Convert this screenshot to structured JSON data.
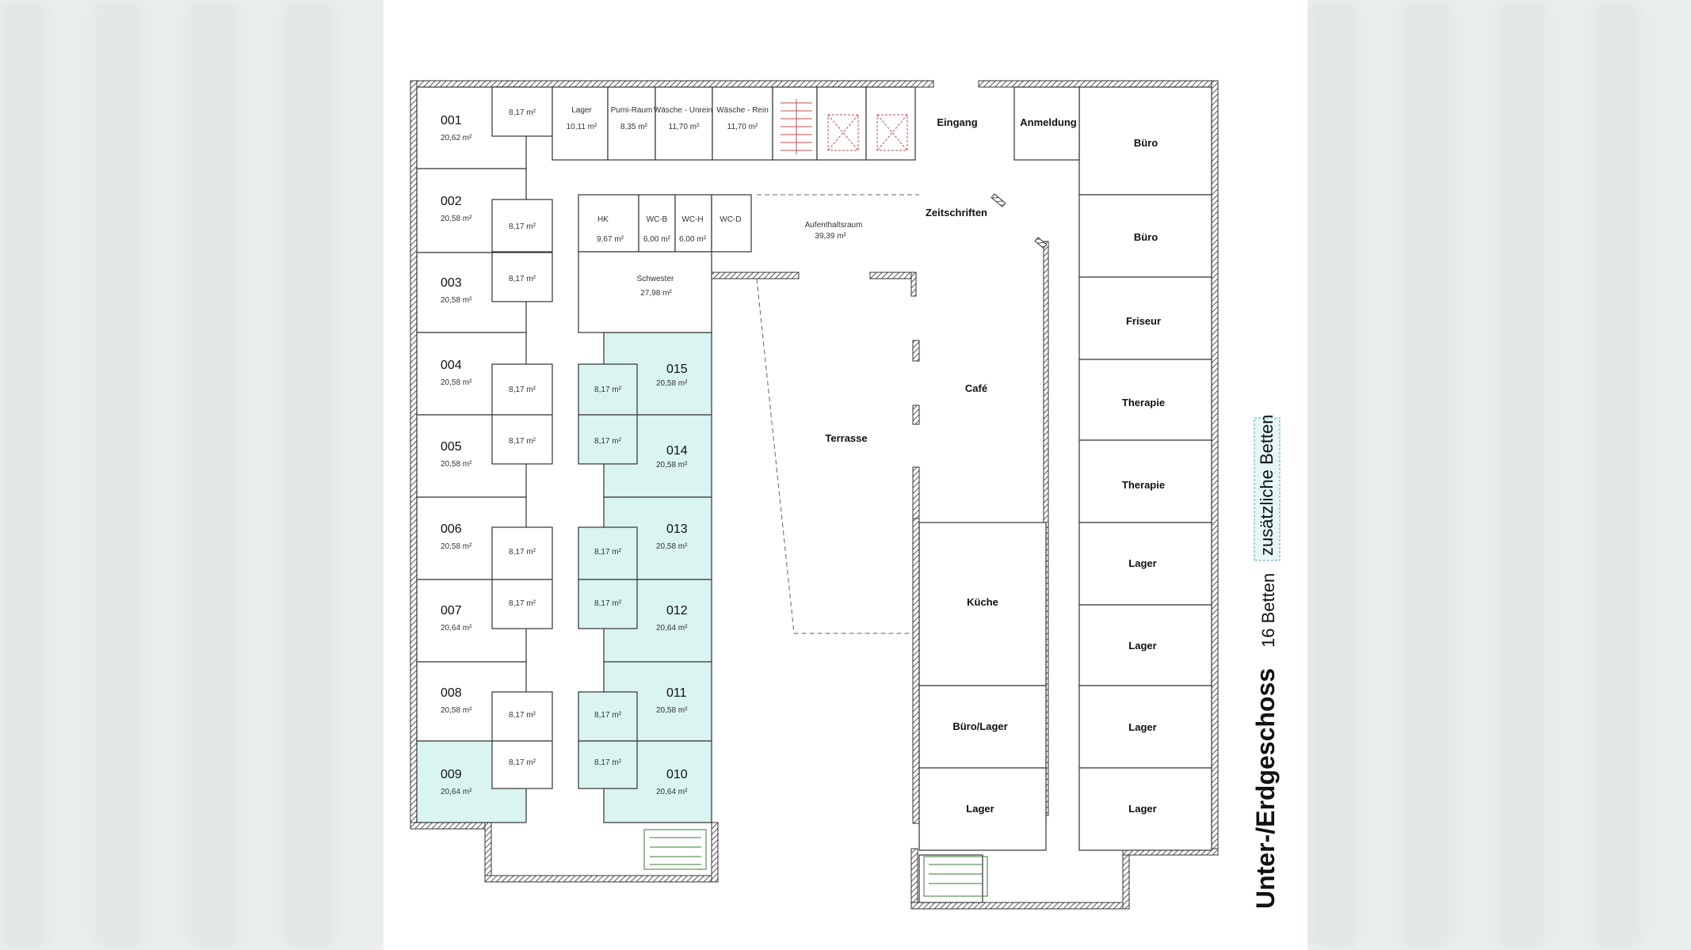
{
  "floor_title": "Unter-/Erdgeschoss",
  "beds": "16 Betten",
  "extra_beds": "zusätzliche Betten",
  "colors": {
    "cyan": "#d9f4f1",
    "wall": "#333333"
  },
  "rooms_left": [
    {
      "num": "001",
      "area": "20,62 m²"
    },
    {
      "num": "002",
      "area": "20,58 m²"
    },
    {
      "num": "003",
      "area": "20,58 m²"
    },
    {
      "num": "004",
      "area": "20,58 m²"
    },
    {
      "num": "005",
      "area": "20,58 m²"
    },
    {
      "num": "006",
      "area": "20,58 m²"
    },
    {
      "num": "007",
      "area": "20,64 m²"
    },
    {
      "num": "008",
      "area": "20,58 m²"
    },
    {
      "num": "009",
      "area": "20,64 m²"
    }
  ],
  "rooms_right": [
    {
      "num": "015",
      "area": "20,58 m²"
    },
    {
      "num": "014",
      "area": "20,58 m²"
    },
    {
      "num": "013",
      "area": "20,58 m²"
    },
    {
      "num": "012",
      "area": "20,64 m²"
    },
    {
      "num": "011",
      "area": "20,58 m²"
    },
    {
      "num": "010",
      "area": "20,64 m²"
    }
  ],
  "bath_area": "8,17 m²",
  "top_rooms": [
    {
      "name": "Lager",
      "area": "10,11 m²"
    },
    {
      "name": "Pumi-Raum",
      "area": "8,35 m²"
    },
    {
      "name": "Wäsche - Unrein",
      "area": "11,70 m²"
    },
    {
      "name": "Wäsche - Rein",
      "area": "11,70 m²"
    }
  ],
  "mid_rooms": [
    {
      "name": "HK",
      "area": "9,67 m²"
    },
    {
      "name": "WC-B",
      "area": "6,00 m²"
    },
    {
      "name": "WC-H",
      "area": "6,00 m²"
    },
    {
      "name": "WC-D",
      "area": ""
    }
  ],
  "schwester": {
    "name": "Schwester",
    "area": "27,98 m²"
  },
  "aufenthalt": {
    "name": "Aufenthaltsraum",
    "area": "39,39 m²"
  },
  "labels": {
    "eingang": "Eingang",
    "anmeldung": "Anmeldung",
    "zeitschriften": "Zeitschriften",
    "cafe": "Café",
    "terrasse": "Terrasse",
    "kueche": "Küche",
    "buero_lager": "Büro/Lager",
    "lager_bottom": "Lager"
  },
  "right_column": [
    "Büro",
    "Büro",
    "Friseur",
    "Therapie",
    "Therapie",
    "Lager",
    "Lager",
    "Lager",
    "Lager"
  ]
}
